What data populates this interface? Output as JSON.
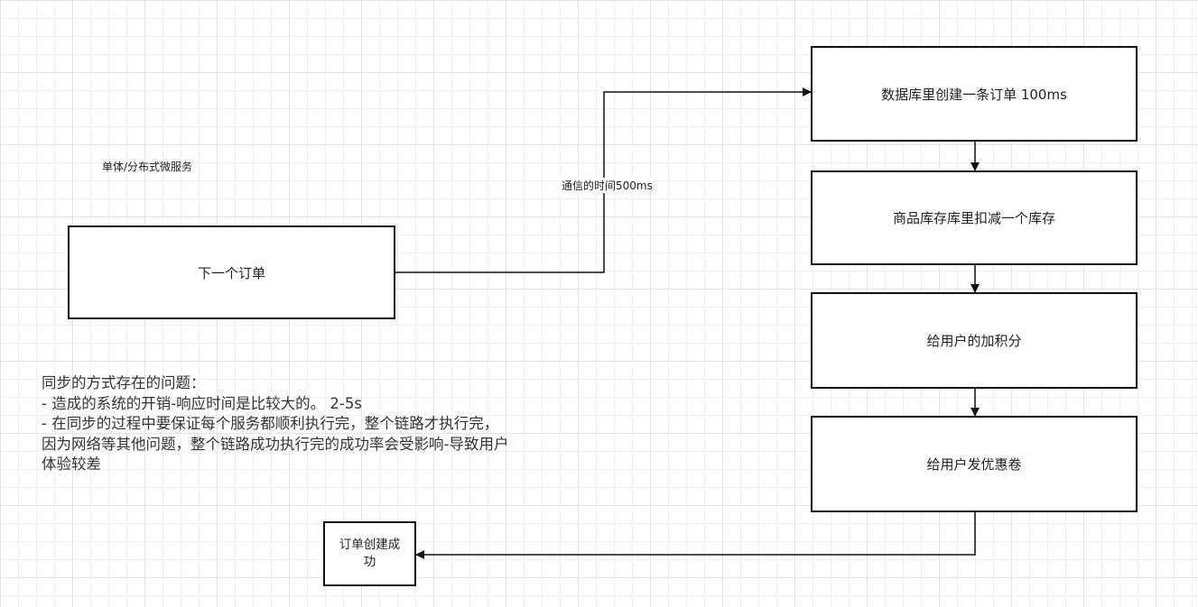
{
  "diagram": {
    "title_label": "单体/分布式微服务",
    "order_box": "下一个订单",
    "edge_label": "通信的时间500ms",
    "steps": [
      "数据库里创建一条订单 100ms",
      "商品库存库里扣减一个库存",
      "给用户的加积分",
      "给用户发优惠卷"
    ],
    "result_box": "订单创建成功",
    "notes": [
      "同步的方式存在的问题：",
      "- 造成的系统的开销-响应时间是比较大的。 2-5s",
      "- 在同步的过程中要保证每个服务都顺利执行完，整个链路才执行完，",
      "因为网络等其他问题，整个链路成功执行完的成功率会受影响-导致用户",
      "体验较差"
    ]
  }
}
